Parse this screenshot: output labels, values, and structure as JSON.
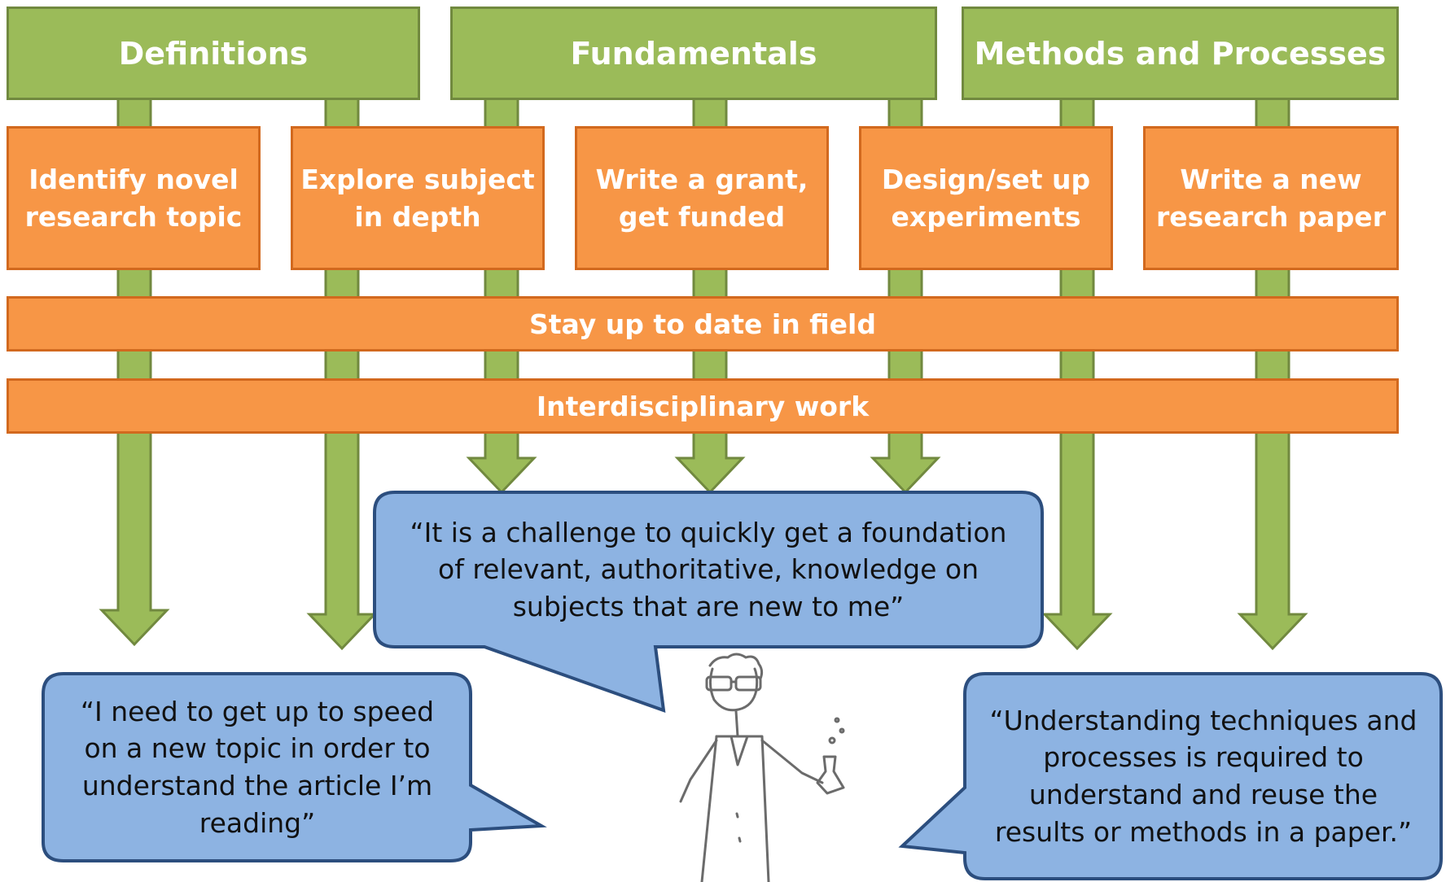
{
  "categories": {
    "definitions": "Definitions",
    "fundamentals": "Fundamentals",
    "methods": "Methods and Processes"
  },
  "tasks": [
    "Identify novel research topic",
    "Explore subject in depth",
    "Write a grant, get funded",
    "Design/set up experiments",
    "Write a new research paper"
  ],
  "bars": {
    "stay_up_to_date": "Stay up to date in field",
    "interdisciplinary": "Interdisciplinary work"
  },
  "quotes": {
    "center": "“It is a challenge to quickly get a foundation of relevant, authoritative, knowledge on subjects that are new to me”",
    "left": "“I need to get up to speed on a new topic in order to understand the article I’m reading”",
    "right": "“Understanding techniques and processes is required to understand and reuse the results or methods in a paper.”"
  },
  "colors": {
    "category_fill": "#9bbb59",
    "task_fill": "#f79646",
    "bubble_fill": "#8db3e2"
  }
}
